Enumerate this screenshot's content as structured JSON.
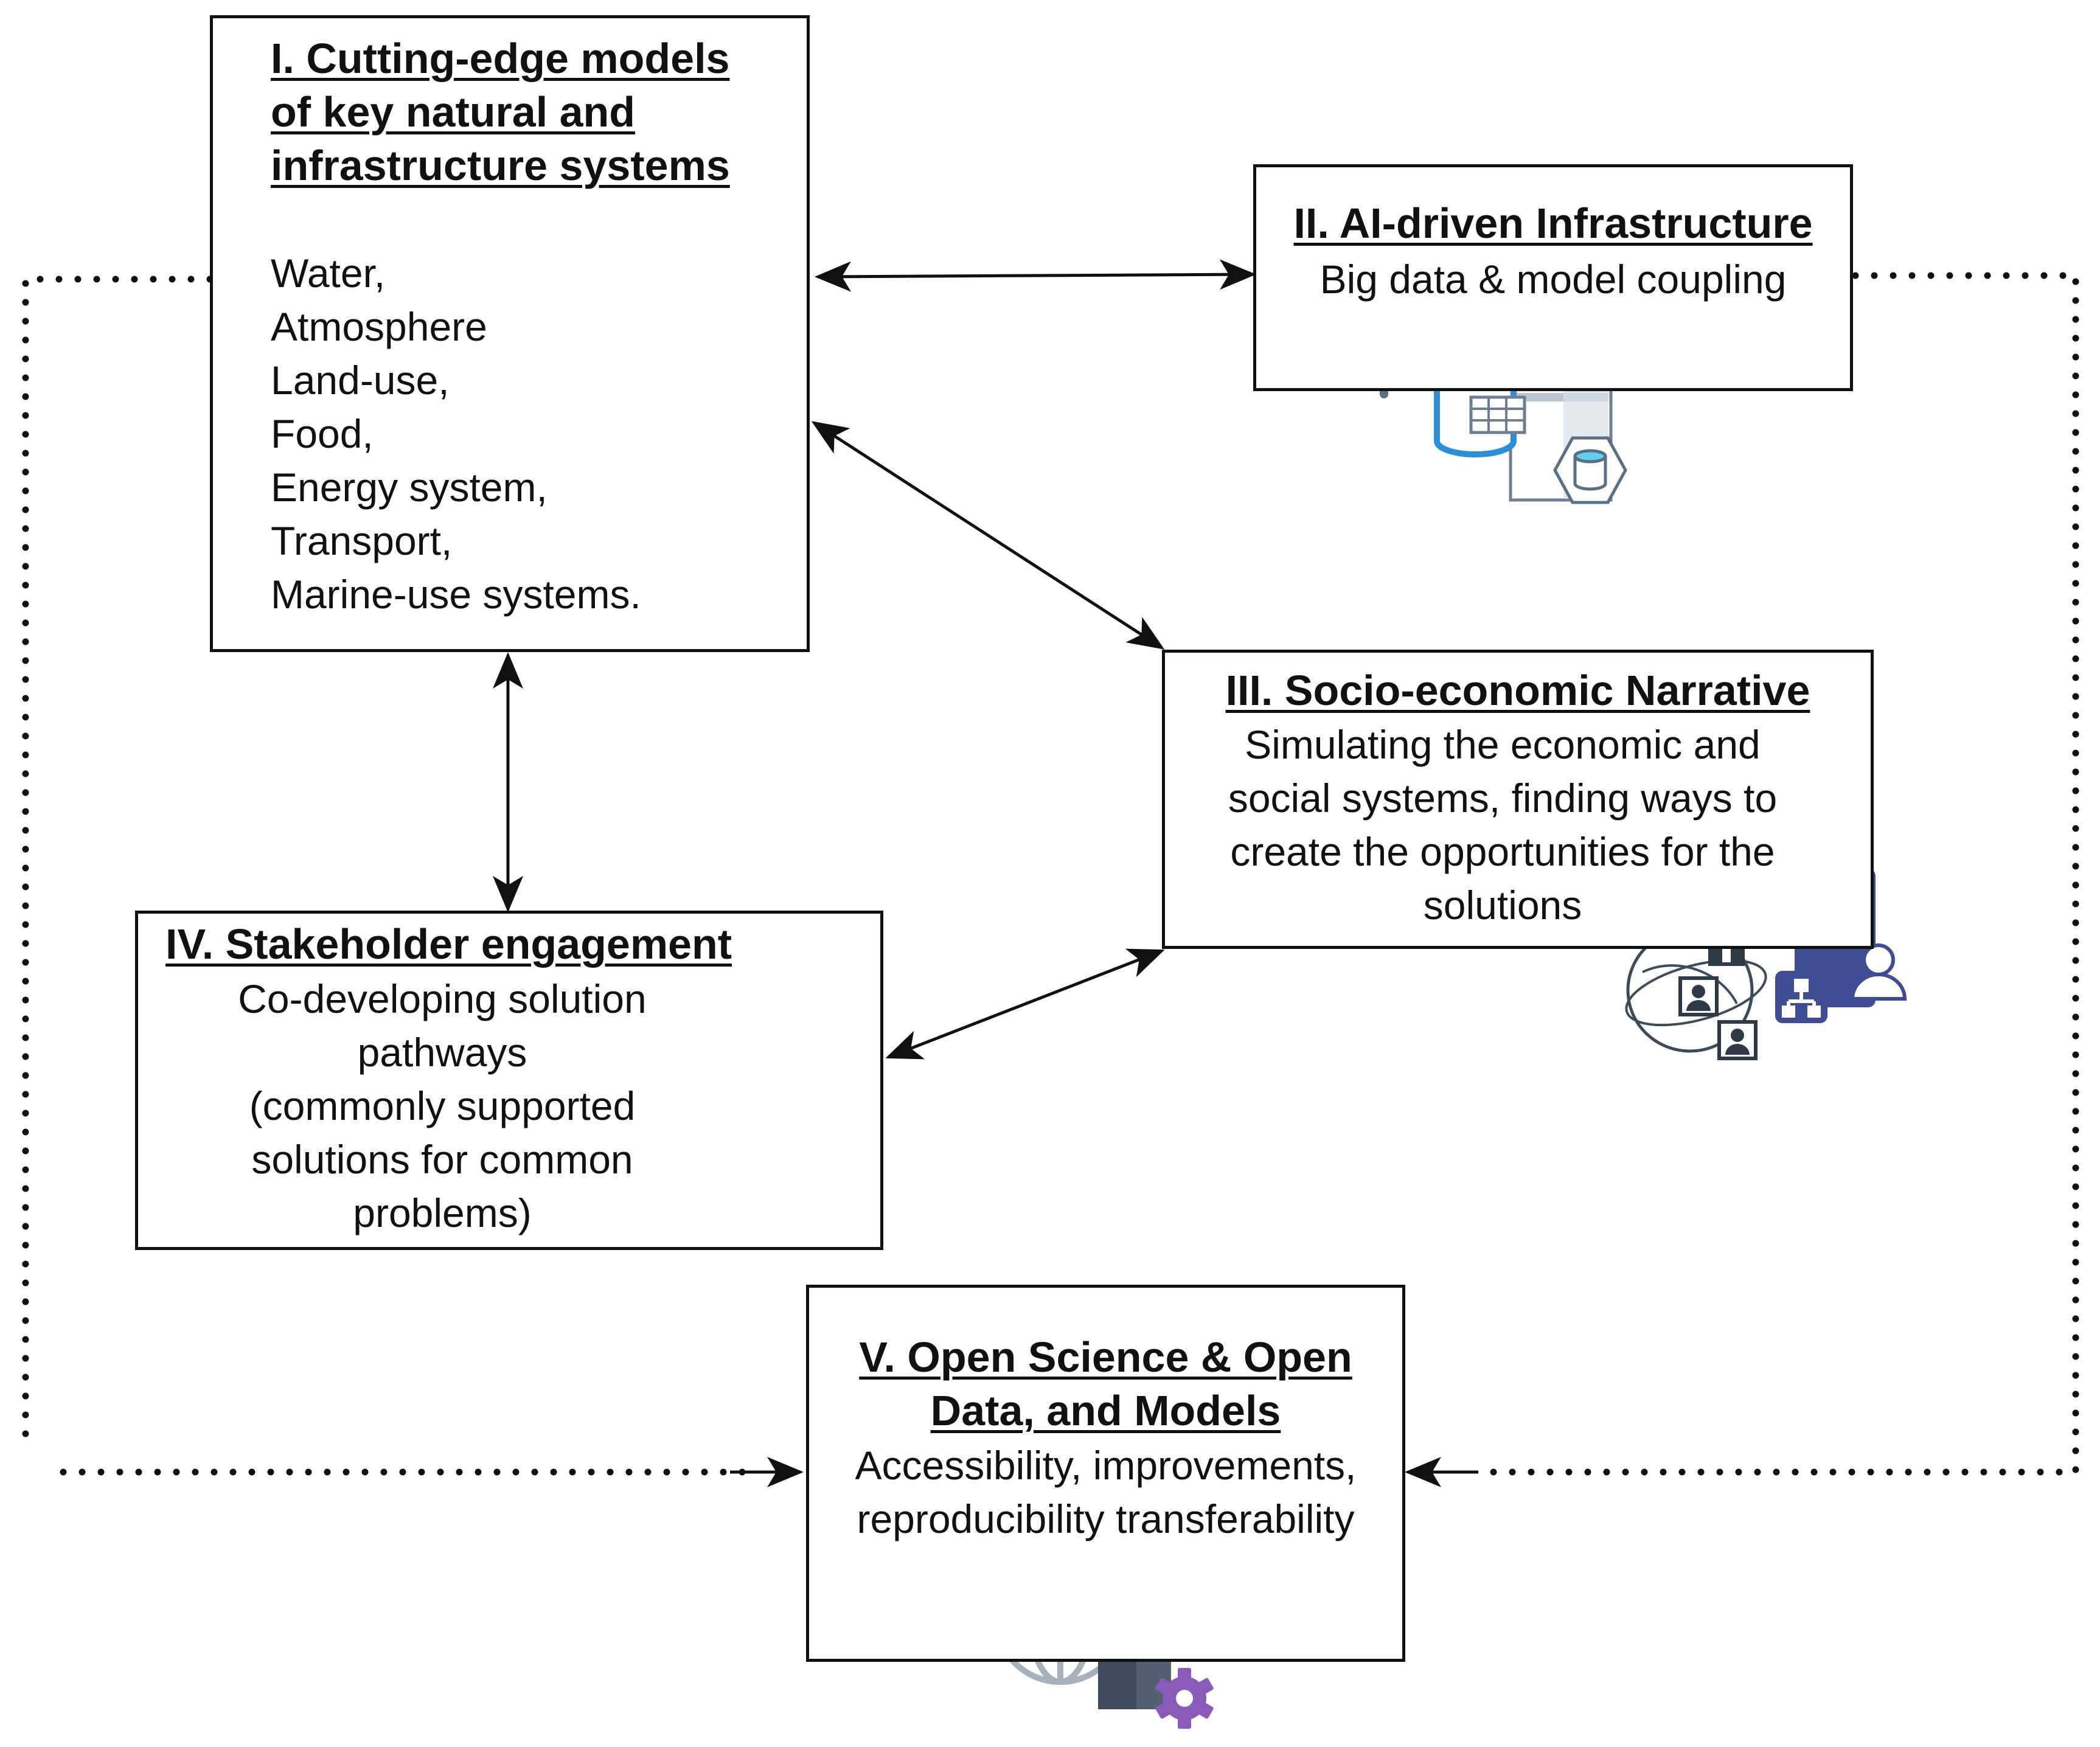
{
  "boxes": {
    "one": {
      "title": "I. Cutting-edge models\nof key natural and\ninfrastructure systems",
      "items": [
        "Water,",
        "Atmosphere",
        "Land-use,",
        "Food,",
        "Energy system,",
        "Transport,",
        "Marine-use systems."
      ]
    },
    "two": {
      "title": "II. AI-driven Infrastructure",
      "text": "Big data & model coupling"
    },
    "three": {
      "title": "III. Socio-economic Narrative",
      "text": "Simulating the economic and\nsocial systems, finding ways to\ncreate the opportunities for the\nsolutions"
    },
    "four": {
      "title": "IV. Stakeholder engagement",
      "text": "Co-developing solution\npathways\n(commonly supported\nsolutions for common\nproblems)"
    },
    "five": {
      "title": "V. Open Science & Open\nData, and Models",
      "text": "Accessibility, improvements,\nreproducibility transferability"
    }
  },
  "icons": {
    "one": "gear-play-icon",
    "two": "cloud-database-icon",
    "three": "network-people-icon",
    "four_top": "target-icon",
    "four_bottom": "group-icon",
    "five": "globe-server-icon"
  },
  "colors": {
    "line": "#111111",
    "gear_blue": "#1a9ad6",
    "gear_dash": "#5b6f82",
    "db_lime": "#b5d334",
    "db_blue": "#2c8fd6",
    "light_blue": "#5fd0f0",
    "navy": "#3f4d95",
    "slate": "#3e4b5a",
    "gray": "#9aa3ad",
    "purple": "#8a5ab8"
  }
}
